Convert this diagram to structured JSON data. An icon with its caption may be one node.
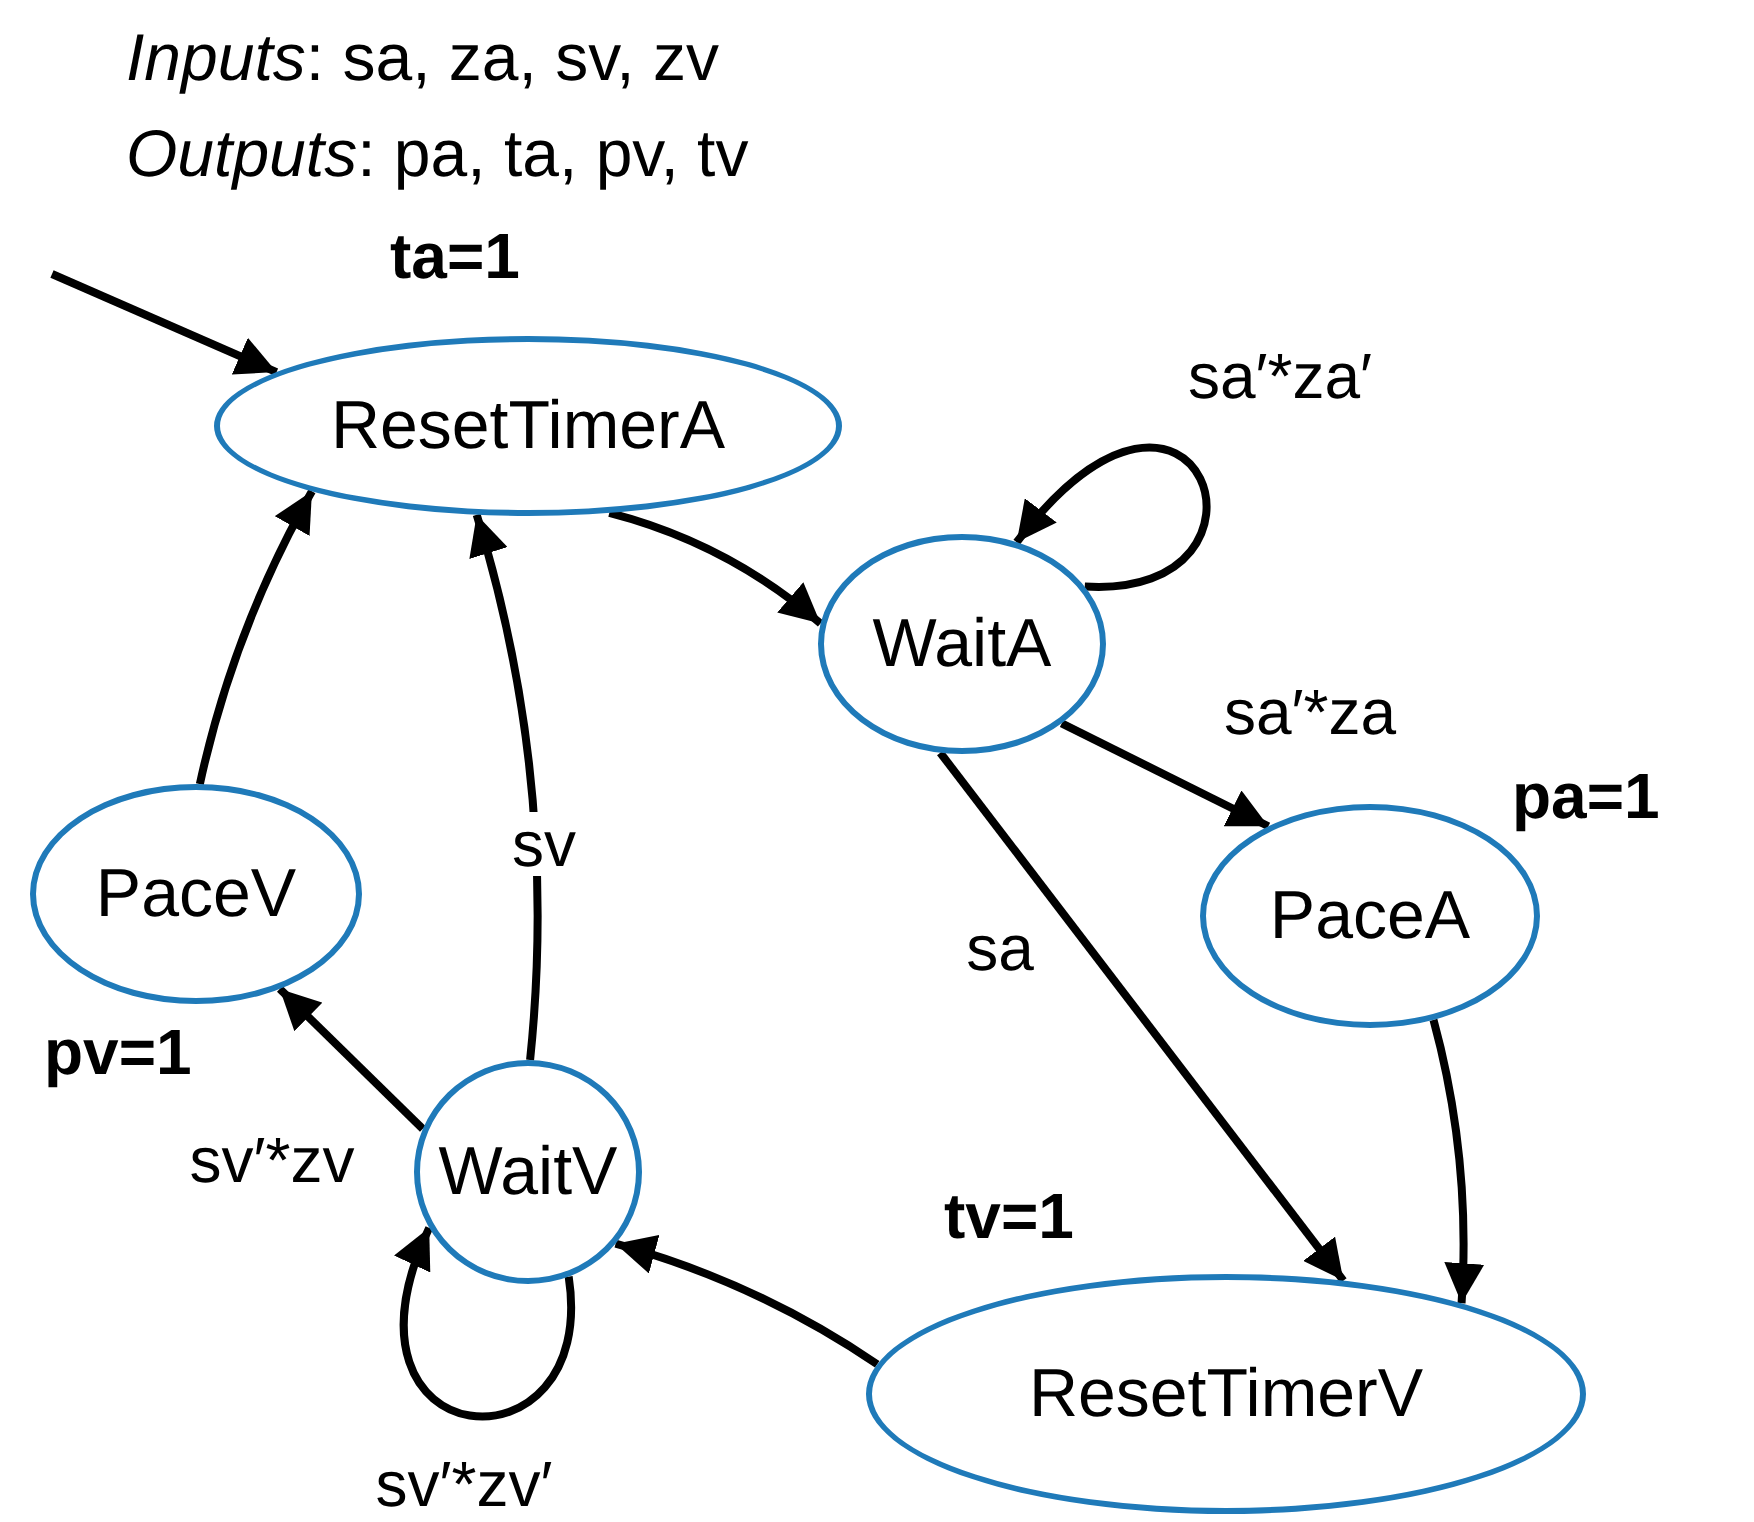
{
  "diagram": {
    "nodes": [
      {
        "text": [
          "ResetTimerA"
        ],
        "beside": [
          "ta=1"
        ]
      },
      {
        "text": [
          "WaitA"
        ]
      },
      {
        "text": [
          "PaceA"
        ],
        "beside": [
          "pa=1"
        ]
      },
      {
        "text": [
          "PaceV"
        ],
        "beside": [
          "pv=1"
        ]
      },
      {
        "text": [
          "WaitV"
        ]
      },
      {
        "text": [
          "ResetTimerV"
        ],
        "beside": [
          "tv=1"
        ]
      }
    ],
    "edges": [
      {
        "from": null,
        "to": 0,
        "arrow": "to"
      },
      {
        "from": 0,
        "to": 1,
        "arrow": "to"
      },
      {
        "from": 1,
        "to": 1,
        "arrow": "to",
        "label": "sa′*za′"
      },
      {
        "from": 1,
        "to": 2,
        "arrow": "to",
        "label": "sa′*za"
      },
      {
        "from": 1,
        "to": 5,
        "arrow": "to",
        "label": "sa"
      },
      {
        "from": 2,
        "to": 5,
        "arrow": "to"
      },
      {
        "from": 5,
        "to": 4,
        "arrow": "to"
      },
      {
        "from": 4,
        "to": 4,
        "arrow": "to",
        "label": "sv′*zv′"
      },
      {
        "from": 4,
        "to": 3,
        "arrow": "to",
        "label": "sv′*zv"
      },
      {
        "from": 4,
        "to": 0,
        "arrow": "to",
        "label": "sv"
      },
      {
        "from": 3,
        "to": 0,
        "arrow": "to"
      }
    ],
    "labels": [
      "*Inputs*: sa, za, sv, zv",
      "*Outputs*: pa, ta, pv, tv"
    ]
  }
}
